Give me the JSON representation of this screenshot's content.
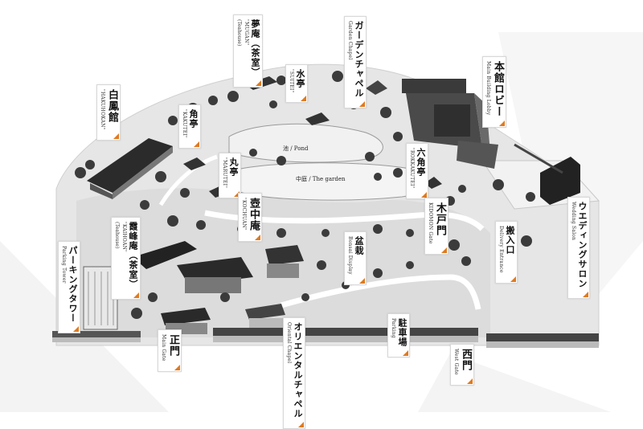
{
  "accent_color": "#e07a1f",
  "labels": {
    "mugan": {
      "jp": "夢庵（茶室）",
      "en": "\"MUGAN\"",
      "sub": "(Teahouse)"
    },
    "garden_chapel": {
      "jp": "ガーデンチャペル",
      "en": "Garden Chapel"
    },
    "suitei": {
      "jp": "水亭",
      "en": "\"SUITEI\""
    },
    "honkan": {
      "jp": "本館ロビー",
      "en": "Main Building Lobby"
    },
    "hakuhokan": {
      "jp": "白鳳館",
      "en": "\"HAKUHOKAN\""
    },
    "kakutei": {
      "jp": "角亭",
      "en": "\"KAKUTEI\""
    },
    "ike": {
      "text": "池 / Pond"
    },
    "rokkakutei": {
      "jp": "六角亭",
      "en": "\"ROKKAKUTEI\""
    },
    "marutei": {
      "jp": "丸亭",
      "en": "\"MARUTEI\""
    },
    "nakaniwa": {
      "text": "中庭 / The garden"
    },
    "wedding_salon": {
      "jp": "ウエディングサロン",
      "en": "Wedding Salon"
    },
    "kochuan": {
      "jp": "壺中庵",
      "en": "\"KOCHUAN\""
    },
    "kidomon": {
      "jp": "木戸門",
      "en": "KIDOMON Gate"
    },
    "kaikoan": {
      "jp": "霞峰庵（茶室）",
      "en": "\"KAIHOAN\"",
      "sub": "(Teahouse)"
    },
    "bonsai": {
      "jp": "盆栽",
      "en": "Bonsai Display"
    },
    "hannyu": {
      "jp": "搬入口",
      "en": "Delivery Entrance"
    },
    "parking_tower": {
      "jp": "パーキングタワー",
      "en": "Parking Tower"
    },
    "main_gate": {
      "jp": "正門",
      "en": "Main Gate"
    },
    "oriental_chapel": {
      "jp": "オリエンタルチャペル",
      "en": "Oriental Chapel"
    },
    "parking": {
      "jp": "駐車場",
      "en": "Parking"
    },
    "west_gate": {
      "jp": "西門",
      "en": "West Gate"
    }
  }
}
